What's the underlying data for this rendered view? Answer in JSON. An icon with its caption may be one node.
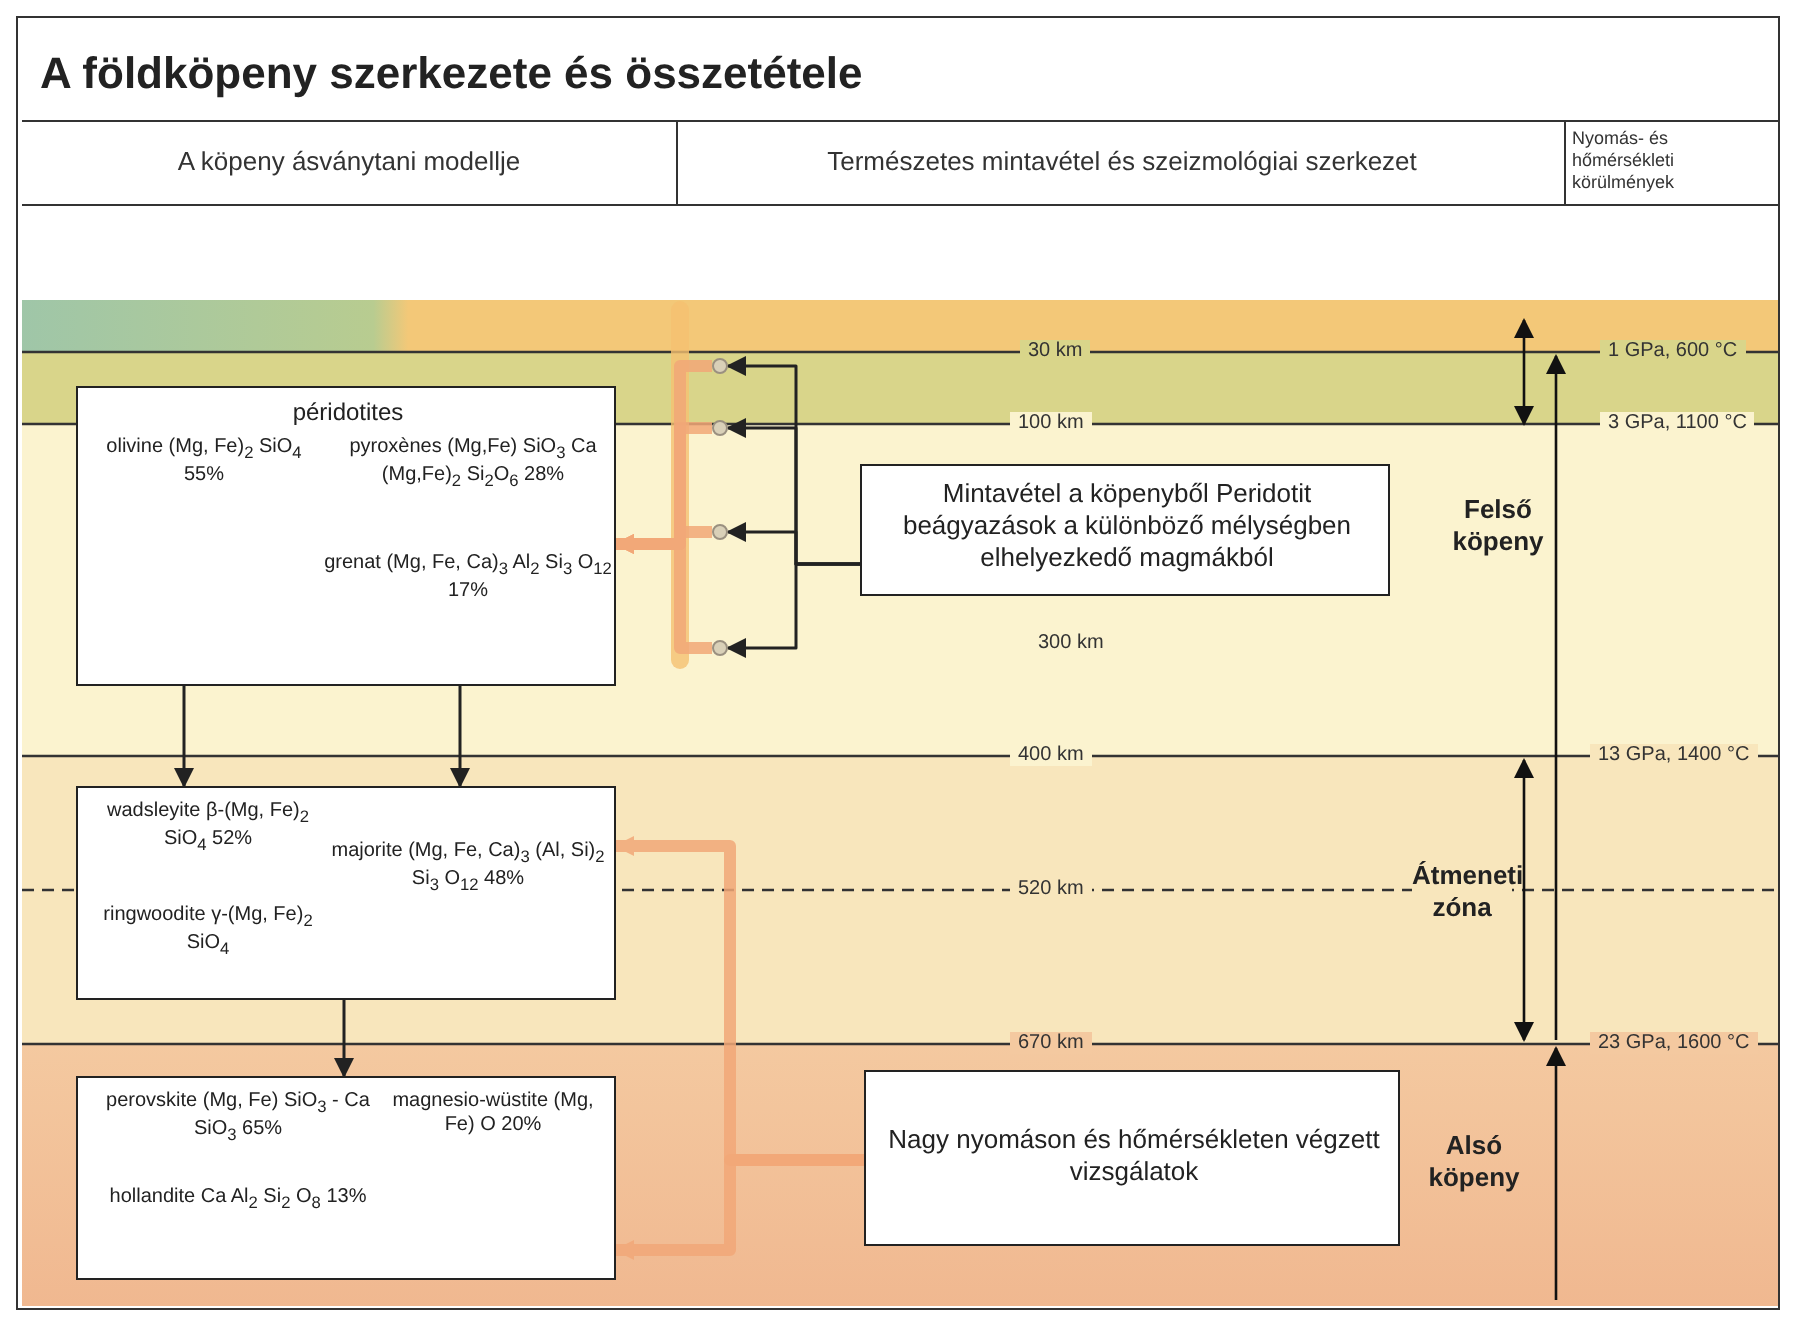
{
  "diagram": {
    "title": "A földköpeny szerkezete és összetétele",
    "nodes": [
      {
        "text": [
          "péridotites",
          "olivine (Mg, Fe)$_{2}$ SiO$_{4}$ 55%",
          "pyroxènes (Mg,Fe) SiO$_{3}$ Ca (Mg,Fe)$_{2}$ Si$_{2}$O$_{6}$ 28%",
          "grenat (Mg, Fe, Ca)$_{3}$ Al$_{2}$ Si$_{3}$ O$_{12}$ 17%"
        ]
      },
      {
        "text": [
          "wadsleyite β-(Mg, Fe)$_{2}$ SiO$_{4}$ 52%",
          "ringwoodite γ-(Mg, Fe)$_{2}$ SiO$_{4}$",
          "majorite (Mg, Fe, Ca)$_{3}$ (Al, Si)$_{2}$ Si$_{3}$ O$_{12}$ 48%"
        ]
      },
      {
        "text": [
          "perovskite (Mg, Fe) SiO$_{3}$ - Ca SiO$_{3}$ 65%",
          "hollandite Ca Al$_{2}$ Si$_{2}$ O$_{8}$ 13%",
          "magnesio-wüstite (Mg, Fe) O 20%"
        ]
      },
      {
        "text": [
          "Mintavétel a köpenyből Peridotit beágyazások a különböző mélységben elhelyezkedő magmákból"
        ]
      },
      {
        "text": [
          "Nagy nyomáson és hőmérsékleten végzett vizsgálatok"
        ]
      },
      {
        "text": [],
        "shape": "circle"
      },
      {
        "text": [],
        "shape": "circle"
      },
      {
        "text": [],
        "shape": "circle"
      },
      {
        "text": [],
        "shape": "circle"
      }
    ],
    "edges": [
      {
        "from": 3,
        "to": 5,
        "arrow": "to"
      },
      {
        "from": 3,
        "to": 6,
        "arrow": "to"
      },
      {
        "from": 3,
        "to": 7,
        "arrow": "to"
      },
      {
        "from": 3,
        "to": 8,
        "arrow": "to"
      },
      {
        "from": 5,
        "to": 0,
        "arrow": "to",
        "style": "thick",
        "color": "#f2a878"
      },
      {
        "from": 6,
        "to": 0,
        "arrow": "to",
        "style": "thick",
        "color": "#f2a878"
      },
      {
        "from": 7,
        "to": 0,
        "arrow": "to",
        "style": "thick",
        "color": "#f2a878"
      },
      {
        "from": 8,
        "to": 0,
        "arrow": "to",
        "style": "thick",
        "color": "#f2a878"
      },
      {
        "from": 4,
        "to": 1,
        "arrow": "to",
        "style": "thick",
        "color": "#f2a878"
      },
      {
        "from": 4,
        "to": 2,
        "arrow": "to",
        "style": "thick",
        "color": "#f2a878"
      },
      {
        "from": 0,
        "to": 1,
        "arrow": "to"
      },
      {
        "from": 0,
        "to": 1,
        "arrow": "to"
      },
      {
        "from": 1,
        "to": 2,
        "arrow": "to"
      }
    ],
    "labels": [
      "A köpeny ásványtani modellje",
      "Természetes mintavétel és szeizmológiai szerkezet",
      "Nyomás- és hőmérsékleti körülmények",
      "30 km",
      "1 GPa, 600 °C",
      "100 km",
      "3 GPa, 1100 °C",
      "Felső köpeny",
      "300 km",
      "400 km",
      "13 GPa, 1400 °C",
      "520 km",
      "Átmeneti zóna",
      "670 km",
      "23 GPa, 1600 °C",
      "Alsó köpeny"
    ]
  }
}
